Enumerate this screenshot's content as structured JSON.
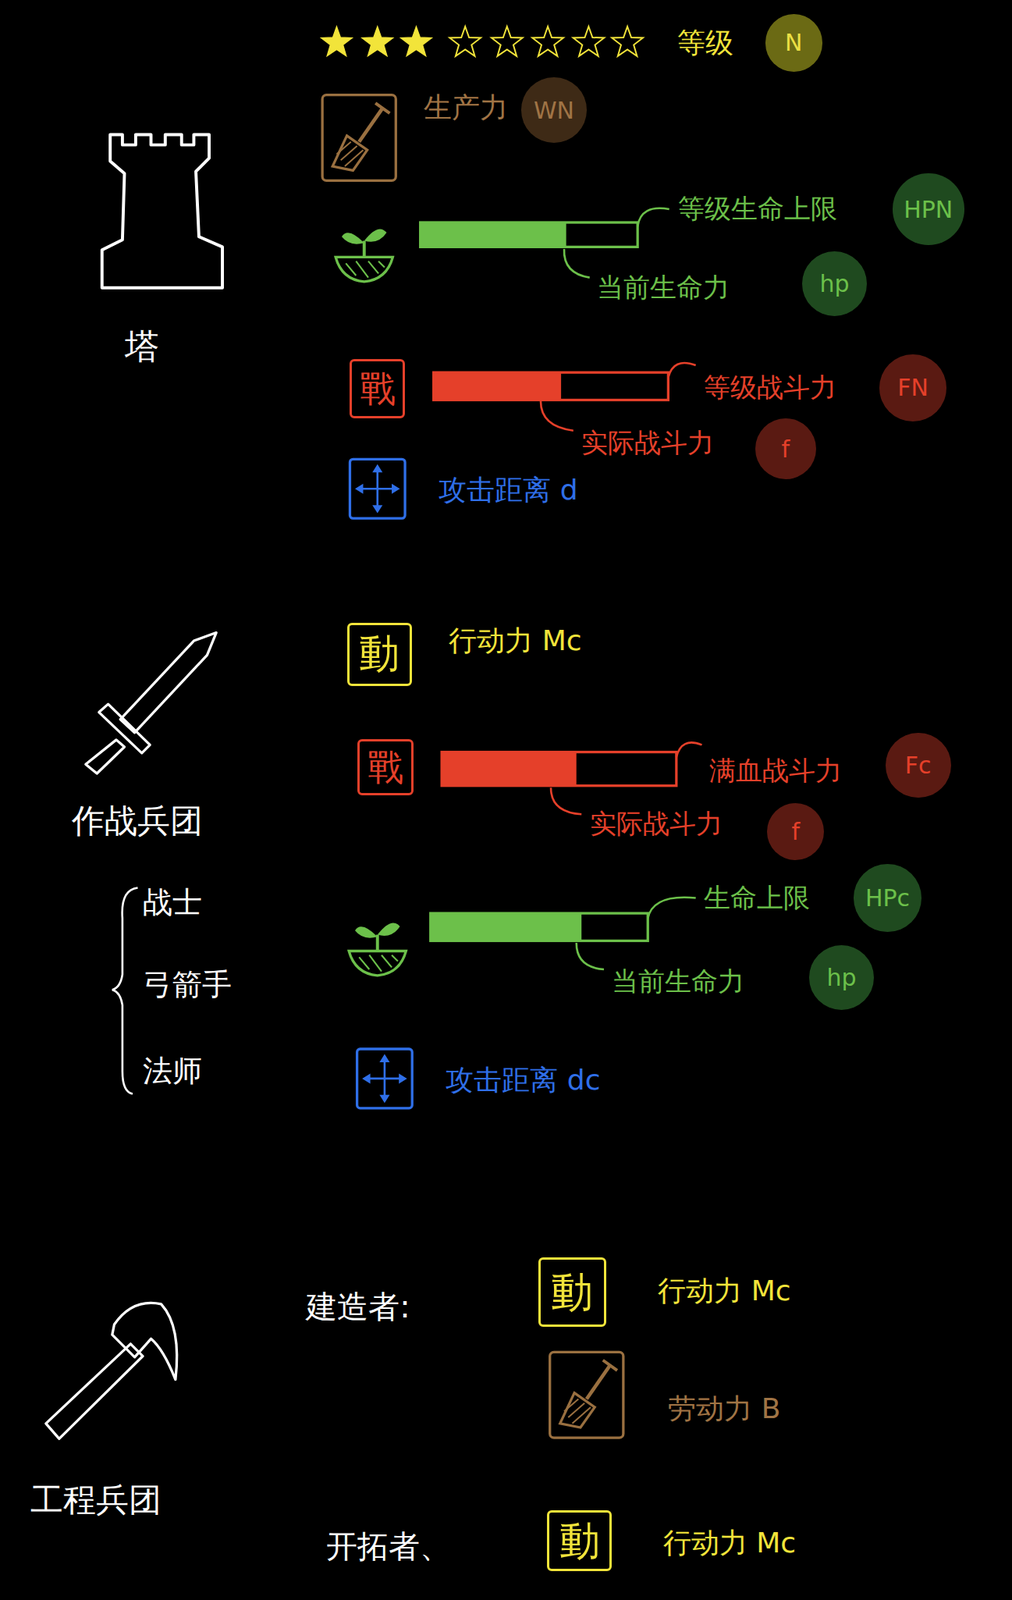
{
  "diagram": {
    "nodes": [
      {
        "text": [
          "N"
        ]
      },
      {
        "text": [
          "WN"
        ]
      },
      {
        "text": [
          "HPN"
        ]
      },
      {
        "text": [
          "hp"
        ]
      },
      {
        "text": [
          "戰"
        ]
      },
      {
        "text": [
          "FN"
        ]
      },
      {
        "text": [
          "f"
        ]
      },
      {
        "text": [
          "動"
        ]
      },
      {
        "text": [
          "戰"
        ]
      },
      {
        "text": [
          "Fc"
        ]
      },
      {
        "text": [
          "f"
        ]
      },
      {
        "text": [
          "HPc"
        ]
      },
      {
        "text": [
          "hp"
        ]
      },
      {
        "text": [
          "動"
        ]
      },
      {
        "text": [
          "動"
        ]
      }
    ],
    "labels": [
      "等级",
      "塔",
      "生产力",
      "等级生命上限",
      "当前生命力",
      "等级战斗力",
      "实际战斗力",
      "攻击距离 d",
      "行动力 Mc",
      "满血战斗力",
      "实际战斗力",
      "生命上限",
      "当前生命力",
      "攻击距离 dc",
      "作战兵团",
      "战士",
      "弓箭手",
      "法师",
      "建造者:",
      "行动力 Mc",
      "劳动力 B",
      "工程兵团",
      "开拓者、",
      "行动力 Mc"
    ]
  }
}
